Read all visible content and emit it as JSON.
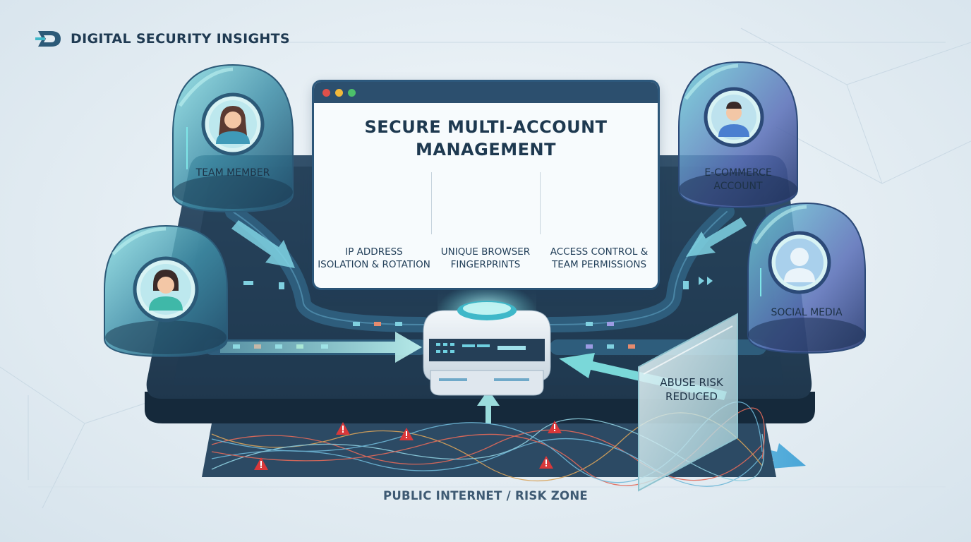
{
  "header": {
    "brand_title": "DIGITAL SECURITY INSIGHTS",
    "logo_icon": "shield-d-logo-icon"
  },
  "window": {
    "title_line1": "SECURE MULTI-ACCOUNT",
    "title_line2": "MANAGEMENT",
    "controls": [
      "red",
      "yellow",
      "green"
    ],
    "features": [
      {
        "line1": "IP ADDRESS",
        "line2": "ISOLATION & ROTATION",
        "icon": "shield-lock-icon"
      },
      {
        "line1": "UNIQUE BROWSER",
        "line2": "FINGERPRINTS",
        "icon": "fingerprint-icon"
      },
      {
        "line1": "ACCESS CONTROL &",
        "line2": "TEAM PERMISSIONS",
        "icon": "team-lock-icon"
      }
    ]
  },
  "accounts": {
    "team_member": "TEAM MEMBER",
    "ecommerce_line1": "E-COMMERCE",
    "ecommerce_line2": "ACCOUNT",
    "social_media": "SOCIAL MEDIA"
  },
  "shield_panel": {
    "line1": "ABUSE RISK",
    "line2": "REDUCED"
  },
  "risk_zone_label": "PUBLIC INTERNET / RISK ZONE",
  "colors": {
    "navy": "#1e3950",
    "teal": "#3fb8c9",
    "platform": "#263f57",
    "warning": "#d9383a",
    "window_bar": "#2c4f6e"
  }
}
